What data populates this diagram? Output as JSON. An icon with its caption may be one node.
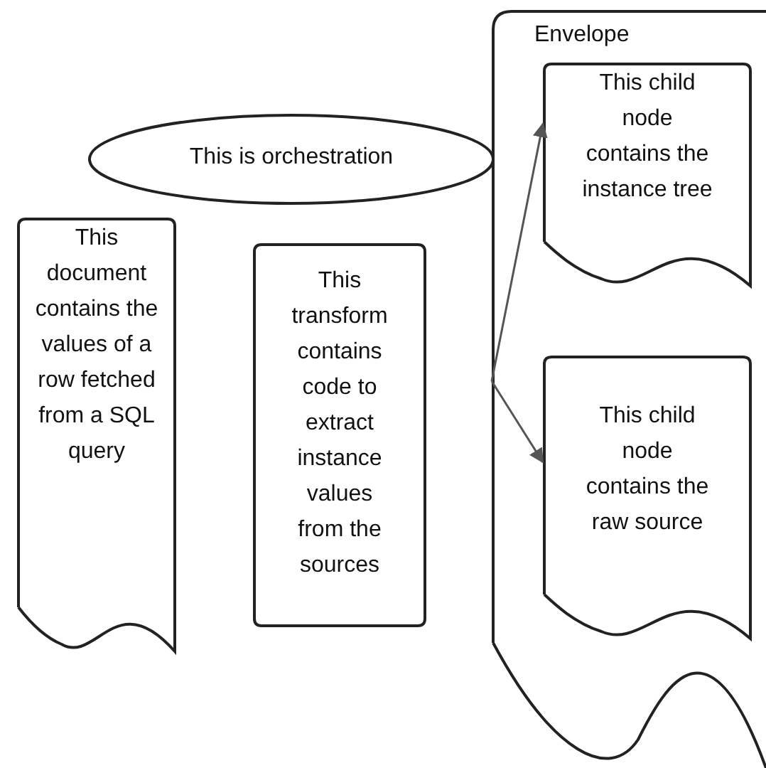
{
  "diagram": {
    "nodes": [
      {
        "text": [
          "Envelope"
        ]
      },
      {
        "text": [
          "This child node contains the instance tree"
        ],
        "in": 0
      },
      {
        "text": [
          "This child node contains the raw source"
        ],
        "in": 0
      },
      {
        "text": [
          "This is orchestration"
        ]
      },
      {
        "text": [
          "This document contains the values of a row fetched from a SQL query"
        ]
      },
      {
        "text": [
          "This transform contains code to extract instance values from the sources"
        ]
      }
    ],
    "edges": [
      {
        "from": 0,
        "to": 1,
        "arrow": "to"
      },
      {
        "from": 0,
        "to": 2,
        "arrow": "to"
      }
    ]
  }
}
